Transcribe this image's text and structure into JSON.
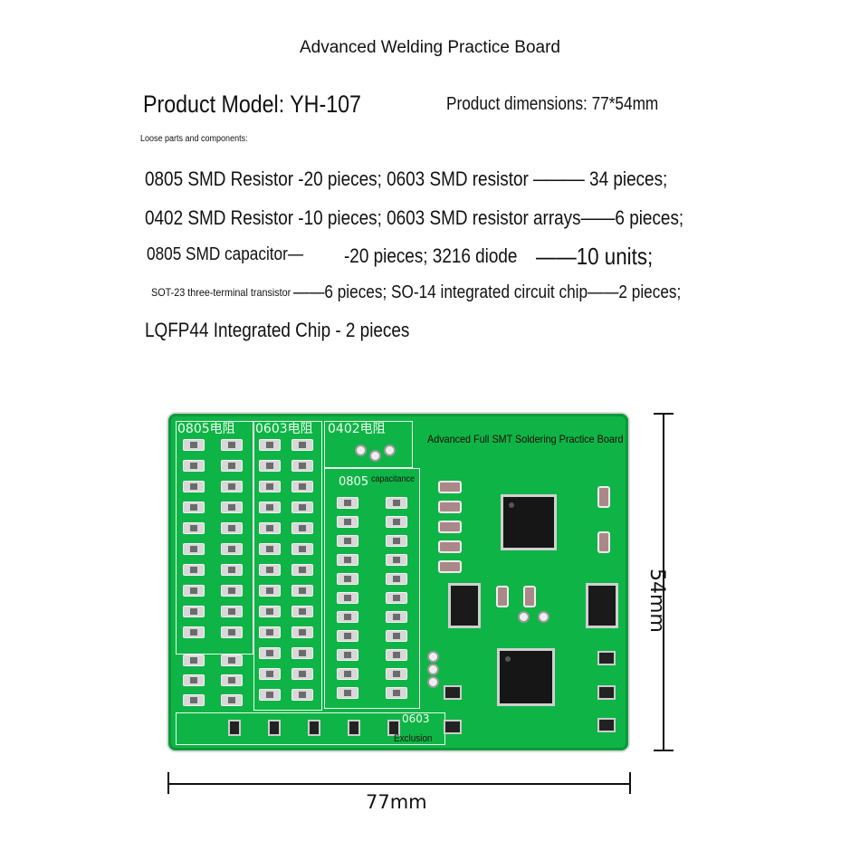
{
  "header": {
    "title": "Advanced Welding Practice Board",
    "model": "Product Model: YH-107",
    "dimensions": "Product dimensions: 77*54mm",
    "loose_parts": "Loose parts and components:"
  },
  "parts": {
    "line1": "0805 SMD Resistor -20 pieces; 0603 SMD resistor ——— 34 pieces;",
    "line2": "0402 SMD Resistor -10 pieces; 0603 SMD resistor arrays——6 pieces;",
    "line3a": "0805 SMD capacitor—",
    "line3b": "-20 pieces; 3216 diode",
    "line3c": "——10 units;",
    "line4a": "SOT-23 three-terminal transistor",
    "line4b": "——6 pieces; SO-14 integrated circuit chip——2 pieces;",
    "line5": "LQFP44 Integrated Chip - 2 pieces"
  },
  "board": {
    "silk_0805": "0805电阻",
    "silk_0603": "0603电阻",
    "silk_0402": "0402电阻",
    "silk_0805_cap": "0805",
    "silk_0603_bottom": "0603",
    "label_full": "Advanced Full SMT Soldering Practice Board",
    "label_capacitance": "capacitance",
    "label_exclusion": "Exclusion"
  },
  "dimension_marks": {
    "height": "54mm",
    "width": "77mm"
  },
  "colors": {
    "pcb_green": "#0fb446",
    "silkscreen": "#e8fbe8",
    "chip": "#161616"
  }
}
